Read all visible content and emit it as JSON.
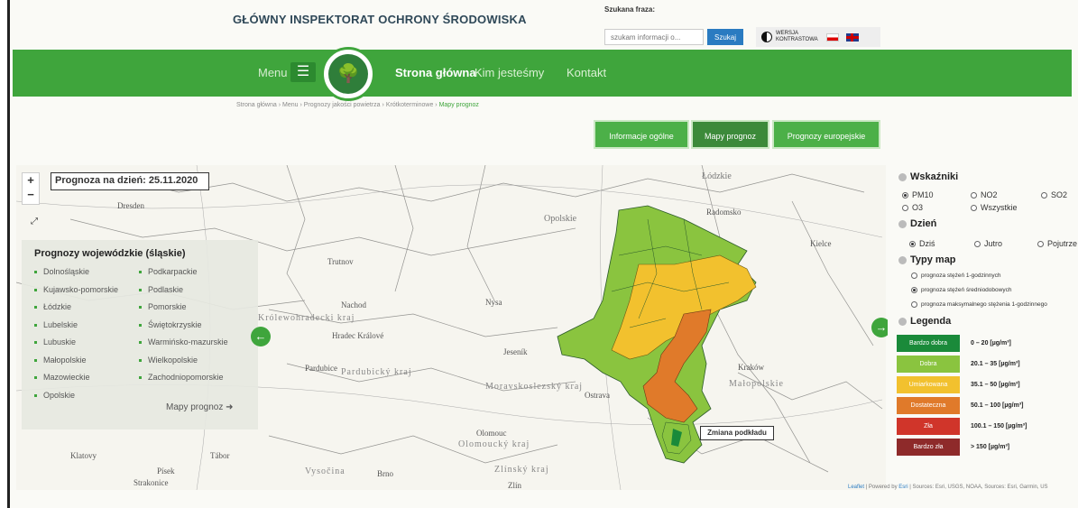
{
  "header": {
    "org_title": "GŁÓWNY INSPEKTORAT OCHRONY ŚRODOWISKA",
    "search_label": "Szukana fraza:",
    "search_placeholder": "szukam informacji o...",
    "search_button": "Szukaj",
    "contrast_label": "WERSJA KONTRASTOWA"
  },
  "nav": {
    "menu_label": "Menu",
    "items": [
      "Strona główna",
      "Kim jesteśmy",
      "Kontakt"
    ]
  },
  "breadcrumb": [
    "Strona główna",
    "Menu",
    "Prognozy jakości powietrza",
    "Krótkoterminowe",
    "Mapy prognoz"
  ],
  "tabs": [
    "Informacje ogólne",
    "Mapy prognoz",
    "Prognozy europejskie"
  ],
  "map": {
    "date_label": "Prognoza na dzień: 25.11.2020",
    "zoom_in": "+",
    "zoom_out": "−",
    "basemap_button": "Zmiana podkładu",
    "attribution_link1": "Leaflet",
    "attribution_text": "| Powered by",
    "attribution_link2": "Esri",
    "attribution_tail": "| Sources: Esri, USGS, NOAA, Sources: Esri, Garmin, US",
    "place_labels": [
      "Dresden",
      "Opolskie",
      "Nysa",
      "Nachod",
      "Hradec Králové",
      "Pardubice",
      "Ostrava",
      "Olomouc",
      "Zlín",
      "Klatovy",
      "Písek",
      "Strakonice",
      "Tábor",
      "Kraków",
      "Radomsko",
      "Łódzkie",
      "Kielce",
      "Brno",
      "Trutnov",
      "Jeseník",
      "Królewohradecki kraj",
      "Pardubický kraj",
      "Moravskoslezský kraj",
      "Olomoucký kraj",
      "Zlínský kraj",
      "Vysočina",
      "Małopolskie"
    ]
  },
  "regions_panel": {
    "title": "Prognozy wojewódzkie (śląskie)",
    "col1": [
      "Dolnośląskie",
      "Kujawsko-pomorskie",
      "Łódzkie",
      "Lubelskie",
      "Lubuskie",
      "Małopolskie",
      "Mazowieckie",
      "Opolskie"
    ],
    "col2": [
      "Podkarpackie",
      "Podlaskie",
      "Pomorskie",
      "Świętokrzyskie",
      "Warmińsko-mazurskie",
      "Wielkopolskie",
      "Zachodniopomorskie"
    ],
    "more_link": "Mapy prognoz ➜"
  },
  "sidebar": {
    "indicators_title": "Wskaźniki",
    "indicators": [
      {
        "label": "PM10",
        "selected": true
      },
      {
        "label": "NO2",
        "selected": false
      },
      {
        "label": "SO2",
        "selected": false
      },
      {
        "label": "O3",
        "selected": false
      },
      {
        "label": "Wszystkie",
        "selected": false
      }
    ],
    "day_title": "Dzień",
    "days": [
      {
        "label": "Dziś",
        "selected": true
      },
      {
        "label": "Jutro",
        "selected": false
      },
      {
        "label": "Pojutrze",
        "selected": false
      }
    ],
    "maptype_title": "Typy map",
    "map_types": [
      {
        "label": "prognoza stężeń 1-godzinnych",
        "selected": false
      },
      {
        "label": "prognoza stężeń średniodobowych",
        "selected": true
      },
      {
        "label": "prognoza maksymalnego stężenia 1-godzinnego",
        "selected": false
      }
    ],
    "legend_title": "Legenda",
    "legend": [
      {
        "label": "Bardzo dobra",
        "range": "0 – 20 [µg/m³]",
        "color": "#1a8a3a"
      },
      {
        "label": "Dobra",
        "range": "20.1 – 35 [µg/m³]",
        "color": "#8ac43f"
      },
      {
        "label": "Umiarkowana",
        "range": "35.1 – 50 [µg/m³]",
        "color": "#f2c12e"
      },
      {
        "label": "Dostateczna",
        "range": "50.1 – 100 [µg/m³]",
        "color": "#e07a2a"
      },
      {
        "label": "Zła",
        "range": "100.1 – 150 [µg/m³]",
        "color": "#d0352a"
      },
      {
        "label": "Bardzo zła",
        "range": "> 150 [µg/m³]",
        "color": "#8e2a2a"
      }
    ]
  }
}
